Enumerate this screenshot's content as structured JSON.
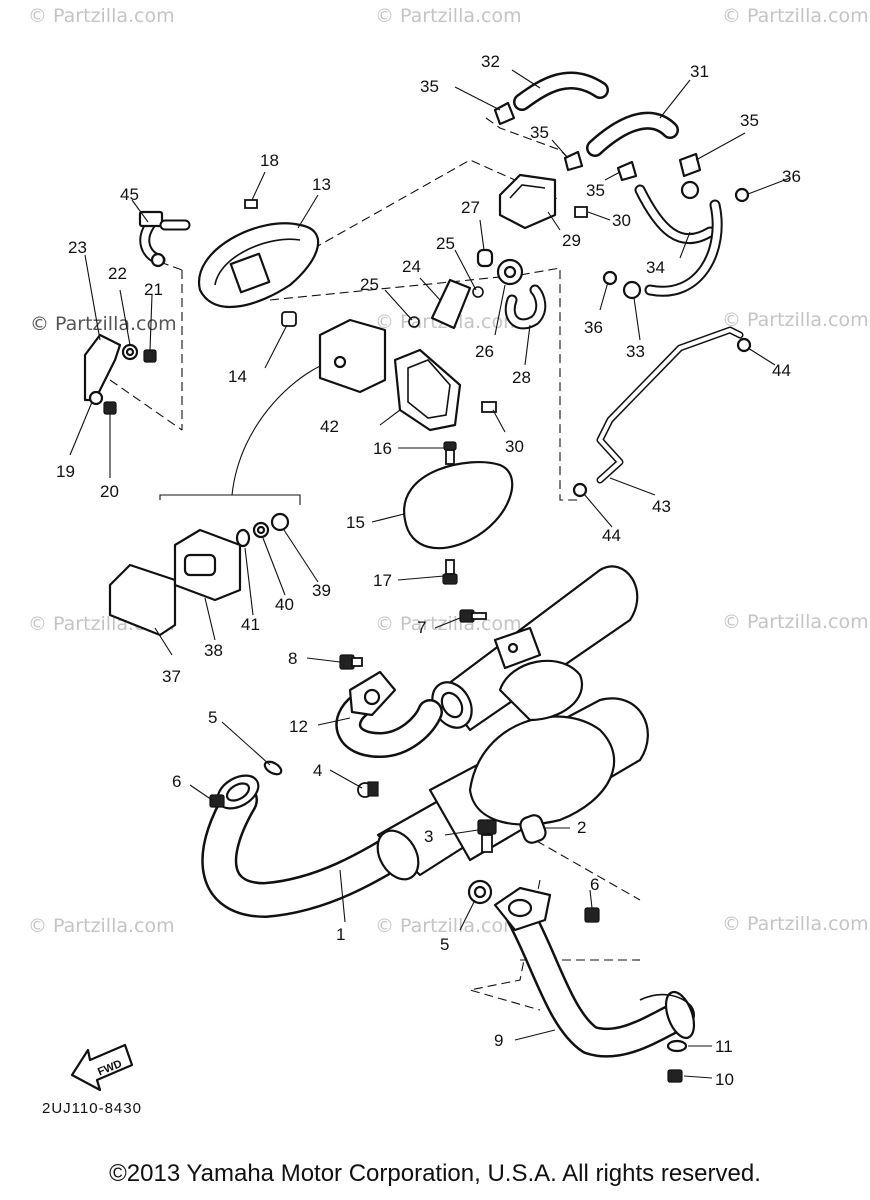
{
  "watermark": "© Partzilla.com",
  "callouts": {
    "c1": "1",
    "c2": "2",
    "c3": "3",
    "c4": "4",
    "c5a": "5",
    "c5b": "5",
    "c6a": "6",
    "c6b": "6",
    "c7": "7",
    "c8": "8",
    "c9": "9",
    "c10": "10",
    "c11": "11",
    "c12": "12",
    "c13": "13",
    "c14": "14",
    "c15": "15",
    "c16": "16",
    "c17": "17",
    "c18": "18",
    "c19": "19",
    "c20": "20",
    "c21": "21",
    "c22": "22",
    "c23": "23",
    "c24": "24",
    "c25a": "25",
    "c25b": "25",
    "c26": "26",
    "c27": "27",
    "c28": "28",
    "c29": "29",
    "c30a": "30",
    "c30b": "30",
    "c31": "31",
    "c32": "32",
    "c33": "33",
    "c34": "34",
    "c35a": "35",
    "c35b": "35",
    "c35c": "35",
    "c35d": "35",
    "c36a": "36",
    "c36b": "36",
    "c37": "37",
    "c38": "38",
    "c39": "39",
    "c40": "40",
    "c41": "41",
    "c42": "42",
    "c43": "43",
    "c44a": "44",
    "c44b": "44",
    "c45": "45"
  },
  "fwd_label": "FWD",
  "diagram_code": "2UJ110-8430",
  "copyright": "©2013 Yamaha Motor Corporation, U.S.A. All rights reserved."
}
